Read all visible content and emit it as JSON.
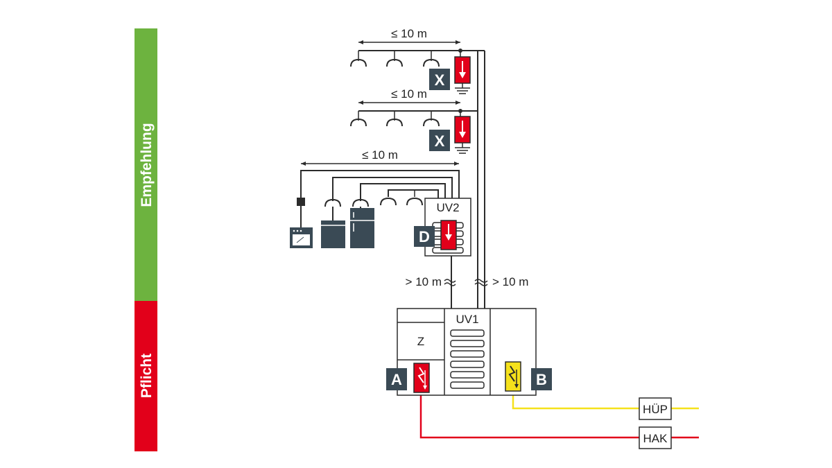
{
  "side_bar": {
    "top_label": "Empfehlung",
    "bottom_label": "Pflicht",
    "top_color": "#6db33f",
    "bottom_color": "#e2001a"
  },
  "distances": {
    "branch1": "≤ 10 m",
    "branch2": "≤ 10 m",
    "branch3": "≤ 10 m",
    "left_feed": "> 10 m",
    "right_feed": "> 10 m"
  },
  "boxes": {
    "uv1": "UV1",
    "uv2": "UV2",
    "z": "Z",
    "huep": "HÜP",
    "hak": "HAK"
  },
  "tags": {
    "x_top": "X",
    "x_mid": "X",
    "d": "D",
    "a": "A",
    "b": "B"
  },
  "colors": {
    "tag_bg": "#3a4a55",
    "spd_red": "#e2001a",
    "spd_yellow": "#f5e11b",
    "line_red": "#e2001a",
    "line_yellow": "#f5e11b",
    "appliance": "#3a4a55"
  },
  "icons": [
    "lamp-icon",
    "surge-protector-icon",
    "ground-icon",
    "oven-icon",
    "dishwasher-icon",
    "fridge-icon",
    "socket-icon"
  ]
}
